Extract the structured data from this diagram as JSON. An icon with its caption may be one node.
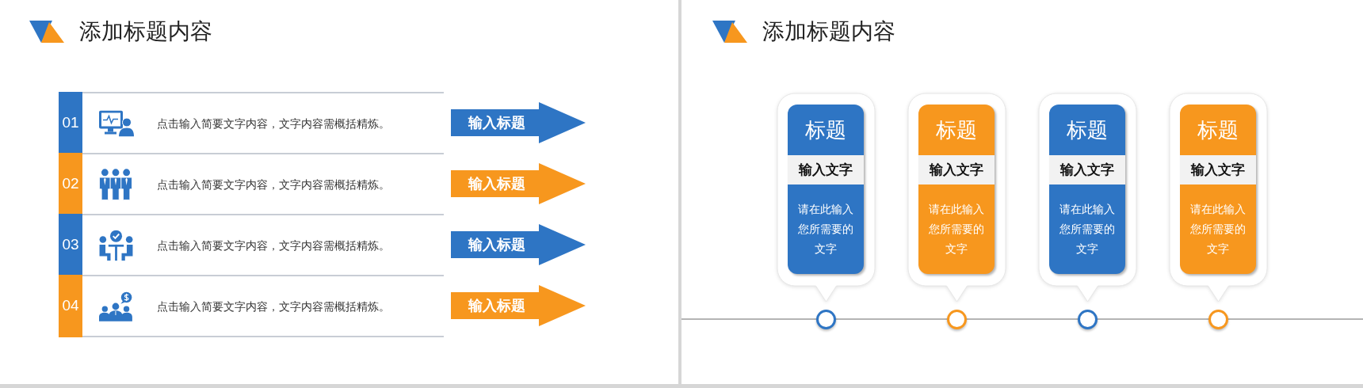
{
  "diagram": {
    "title": "添加标题内容",
    "nodes": [
      {
        "text": [
          "点击输入简要文字内容，文字内容需概括精炼。"
        ]
      },
      {
        "text": [
          "01"
        ],
        "in": 0
      },
      {
        "text": [
          "输入标题"
        ]
      },
      {
        "text": [
          "点击输入简要文字内容，文字内容需概括精炼。"
        ]
      },
      {
        "text": [
          "02"
        ],
        "in": 3
      },
      {
        "text": [
          "输入标题"
        ]
      },
      {
        "text": [
          "点击输入简要文字内容，文字内容需概括精炼。"
        ]
      },
      {
        "text": [
          "03"
        ],
        "in": 6
      },
      {
        "text": [
          "输入标题"
        ]
      },
      {
        "text": [
          "点击输入简要文字内容，文字内容需概括精炼。"
        ]
      },
      {
        "text": [
          "04"
        ],
        "in": 9
      },
      {
        "text": [
          "输入标题"
        ]
      },
      {
        "text": [],
        "shape": "callout"
      },
      {
        "text": [
          "标题",
          "输入文字",
          "请在此输入您所需要的文字"
        ],
        "in": 12
      },
      {
        "text": [],
        "shape": "callout"
      },
      {
        "text": [
          "标题",
          "输入文字",
          "请在此输入您所需要的文字"
        ],
        "in": 14
      },
      {
        "text": [],
        "shape": "callout"
      },
      {
        "text": [
          "标题",
          "输入文字",
          "请在此输入您所需要的文字"
        ],
        "in": 16
      },
      {
        "text": [],
        "shape": "callout"
      },
      {
        "text": [
          "标题",
          "输入文字",
          "请在此输入您所需要的文字"
        ],
        "in": 18
      },
      {
        "text": [],
        "shape": "circle"
      },
      {
        "text": [],
        "shape": "circle"
      },
      {
        "text": [],
        "shape": "circle"
      },
      {
        "text": [],
        "shape": "circle"
      }
    ],
    "labels": [
      "添加标题内容"
    ]
  }
}
